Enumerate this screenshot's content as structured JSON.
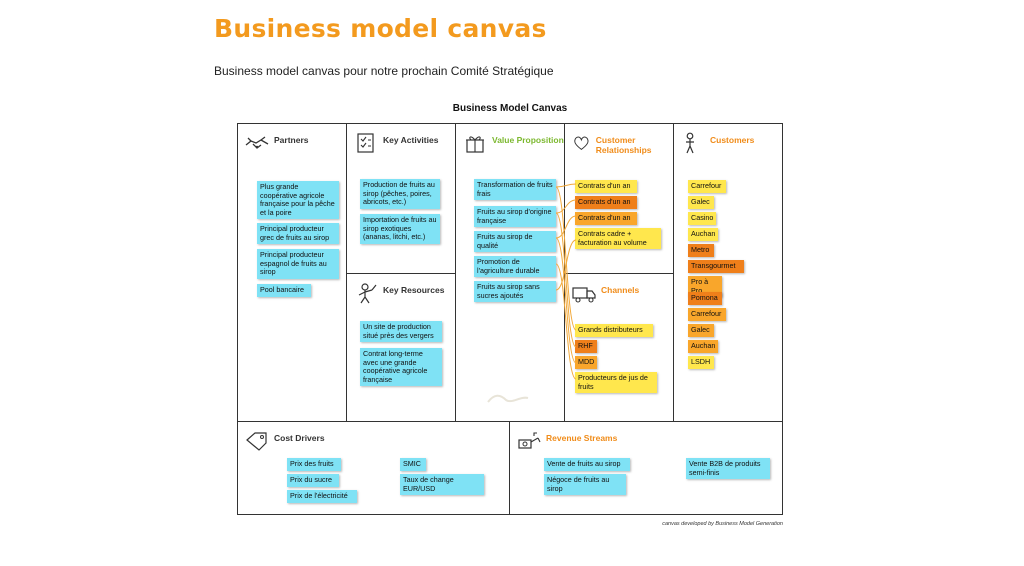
{
  "header": {
    "title": "Business model canvas",
    "subtitle": "Business model canvas pour notre prochain Comité Stratégique"
  },
  "canvas": {
    "title": "Business Model Canvas",
    "credit": "canvas developed by Business Model Generation",
    "blocks": {
      "partners": {
        "label": "Partners",
        "notes": [
          "Plus grande coopérative agricole française pour la pêche et la poire",
          "Principal producteur grec de fruits au sirop",
          "Principal producteur espagnol de fruits au sirop",
          "Pool bancaire"
        ]
      },
      "key_activities": {
        "label": "Key Activities",
        "notes": [
          "Production de fruits au sirop (pêches, poires, abricots, etc.)",
          "Importation de fruits au sirop exotiques (ananas, litchi, etc.)"
        ]
      },
      "key_resources": {
        "label": "Key  Resources",
        "notes": [
          "Un site de production situé près des vergers",
          "Contrat long-terme avec une grande coopérative agricole française"
        ]
      },
      "value_proposition": {
        "label": "Value Proposition",
        "notes": [
          "Transformation de fruits frais",
          "Fruits au sirop d'origine française",
          "Fruits au sirop de qualité",
          "Promotion de l'agriculture durable",
          "Fruits au sirop sans sucres ajoutés"
        ]
      },
      "customer_relationships": {
        "label": "Customer Relationships",
        "notes": [
          "Contrats d'un an",
          "Contrats d'un an",
          "Contrats d'un an",
          "Contrats cadre + facturation au volume"
        ]
      },
      "channels": {
        "label": "Channels",
        "notes": [
          "Grands distributeurs",
          "RHF",
          "MDD",
          "Producteurs de jus de fruits"
        ]
      },
      "customers": {
        "label": "Customers",
        "notes": [
          "Carrefour",
          "Galec",
          "Casino",
          "Auchan",
          "Metro",
          "Transgourmet",
          "Pro à Pro",
          "Pomona",
          "Carrefour",
          "Galec",
          "Auchan",
          "LSDH"
        ]
      },
      "cost_drivers": {
        "label": "Cost Drivers",
        "notes": [
          "Prix des fruits",
          "Prix du sucre",
          "Prix de l'électricité",
          "SMIC",
          "Taux de change EUR/USD"
        ]
      },
      "revenue_streams": {
        "label": "Revenue Streams",
        "notes": [
          "Vente de fruits au sirop",
          "Négoce de fruits au sirop",
          "Vente B2B de produits semi-finis"
        ]
      }
    }
  },
  "colors": {
    "title": "#f39a1e",
    "value_label": "#7cb82f",
    "orange_label": "#f08c1a",
    "note_cyan": "#7fe2f5",
    "note_yellow": "#ffe74d",
    "note_orange": "#f9a62b",
    "note_dark_orange": "#ef7f1a",
    "link_line": "#f2a93b"
  },
  "icons": {
    "partners": "handshake-icon",
    "key_activities": "checklist-icon",
    "key_resources": "worker-icon",
    "value_proposition": "gift-icon",
    "customer_relationships": "heart-icon",
    "channels": "truck-icon",
    "customers": "person-icon",
    "cost_drivers": "price-tag-icon",
    "revenue_streams": "money-bag-icon"
  }
}
